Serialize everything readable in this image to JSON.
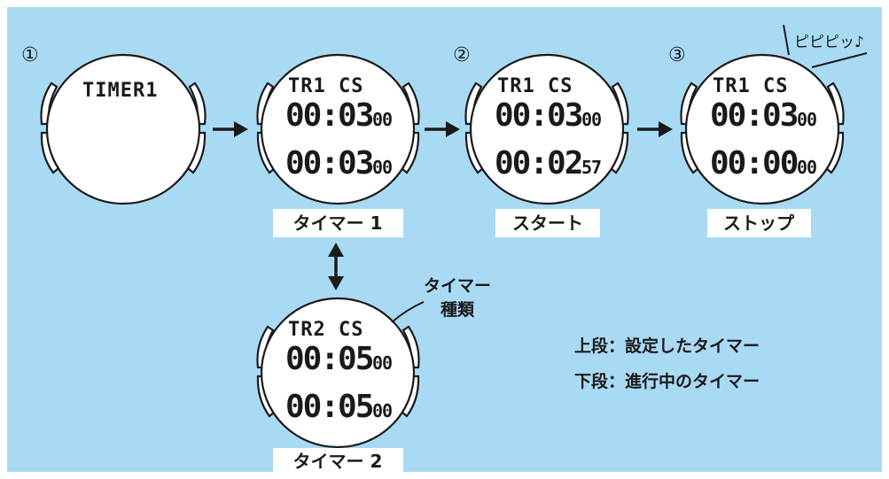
{
  "steps": [
    "①",
    "②",
    "③"
  ],
  "watches": {
    "timer1_intro": {
      "title": "TIMER1"
    },
    "timer1": {
      "title": "TR1  CS",
      "top_main": "00:03",
      "top_small": "00",
      "bottom_main": "00:03",
      "bottom_small": "00"
    },
    "start": {
      "title": "TR1  CS",
      "top_main": "00:03",
      "top_small": "00",
      "bottom_main": "00:02",
      "bottom_small": "57"
    },
    "stop": {
      "title": "TR1  CS",
      "top_main": "00:03",
      "top_small": "00",
      "bottom_main": "00:00",
      "bottom_small": "00"
    },
    "timer2": {
      "title": "TR2  CS",
      "top_main": "00:05",
      "top_small": "00",
      "bottom_main": "00:05",
      "bottom_small": "00"
    }
  },
  "labels": {
    "timer1": "タイマー 1",
    "start": "スタート",
    "stop": "ストップ",
    "timer2": "タイマー 2"
  },
  "callout": {
    "line1": "タイマー",
    "line2": "種類"
  },
  "notes": {
    "upper": "上段：設定したタイマー",
    "lower": "下段：進行中のタイマー"
  },
  "beep": "ピピピッ♪",
  "colors": {
    "background": "#a9daf4",
    "ink": "#1a1a1a",
    "face": "#ffffff"
  }
}
